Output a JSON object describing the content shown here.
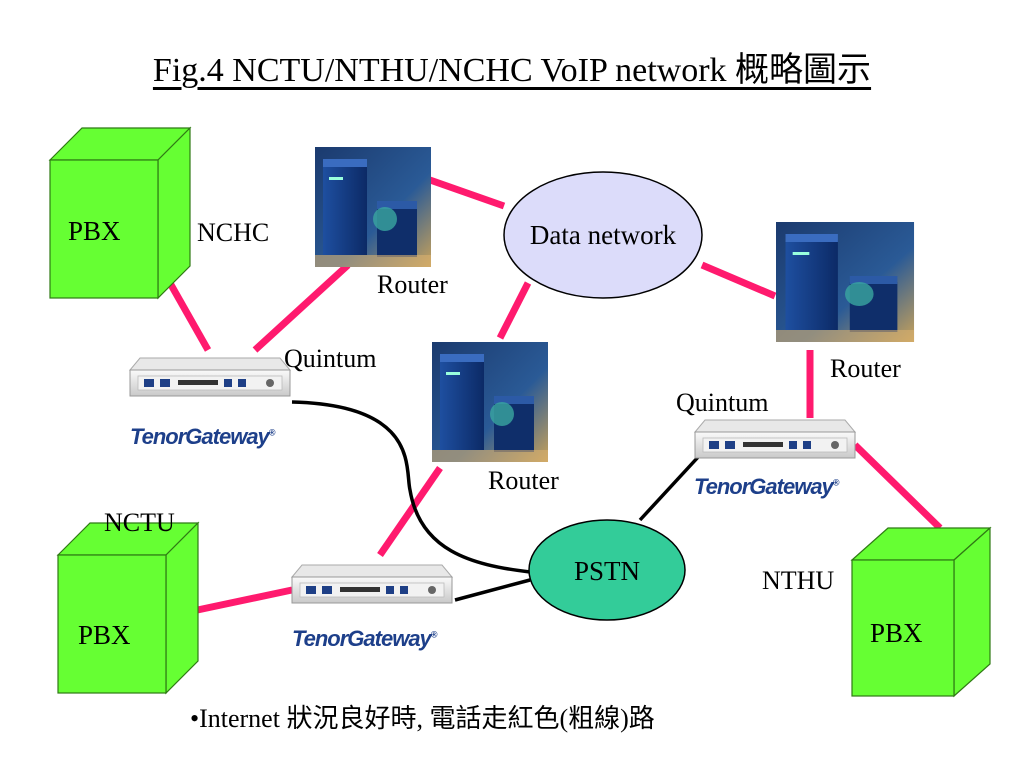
{
  "title": "Fig.4 NCTU/NTHU/NCHC VoIP network 概略圖示",
  "sites": {
    "nchc": "NCHC",
    "nctu": "NCTU",
    "nthu": "NTHU"
  },
  "nodes": {
    "pbx_label": "PBX",
    "data_network": "Data network",
    "pstn": "PSTN",
    "router_label": "Router",
    "quintum_label": "Quintum",
    "gateway_brand": "TenorGateway"
  },
  "footer": "•Internet 狀況良好時, 電話走紅色(粗線)路",
  "colors": {
    "pbx_green": "#66ff33",
    "pstn_green": "#33cc99",
    "data_network_fill": "#dcdcfa",
    "red_link": "#ff1a6e",
    "black_link": "#000000",
    "brand_blue": "#1d3f8a"
  }
}
